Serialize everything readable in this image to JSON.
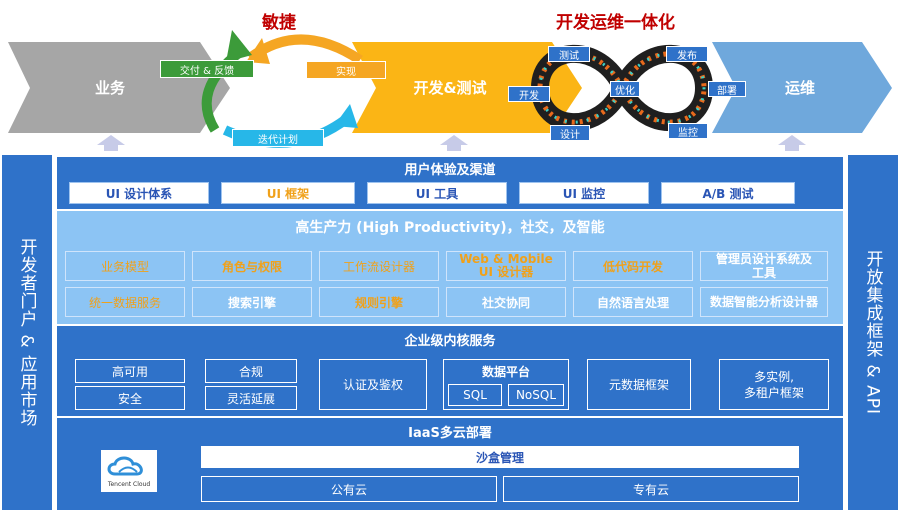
{
  "top": {
    "agile_title": "敏捷",
    "devops_title": "开发运维一体化",
    "business": "业务",
    "devtest": "开发&测试",
    "ops": "运维",
    "deliver_feedback": "交付 & 反馈",
    "implement": "实现",
    "iterate_plan": "迭代计划",
    "loop": {
      "test": "测试",
      "release": "发布",
      "dev": "开发",
      "optimize": "优化",
      "deploy": "部署",
      "design": "设计",
      "monitor": "监控"
    }
  },
  "left_side": "开发者门户 & 应用市场",
  "right_side": "开放集成框架 & API",
  "ux": {
    "title": "用户体验及渠道",
    "items": [
      "UI 设计体系",
      "UI 框架",
      "UI 工具",
      "UI 监控",
      "A/B 测试"
    ]
  },
  "hp": {
    "title": "高生产力 (High Productivity)，社交，及智能",
    "row1": [
      "业务模型",
      "角色与权限",
      "工作流设计器",
      "Web & Mobile UI 设计器",
      "低代码开发",
      "管理员设计系统及工具"
    ],
    "row2": [
      "统一数据服务",
      "搜索引擎",
      "规则引擎",
      "社交协同",
      "自然语言处理",
      "数据智能分析设计器"
    ]
  },
  "core": {
    "title": "企业级内核服务",
    "ha": "高可用",
    "security": "安全",
    "compliance": "合规",
    "elastic": "灵活延展",
    "auth": "认证及鉴权",
    "data_platform": "数据平台",
    "sql": "SQL",
    "nosql": "NoSQL",
    "metadata": "元数据框架",
    "multitenant": "多实例,\n多租户框架"
  },
  "iaas": {
    "title": "IaaS多云部署",
    "logo_text": "Tencent Cloud",
    "sandbox": "沙盒管理",
    "public_cloud": "公有云",
    "private_cloud": "专有云"
  },
  "colors": {
    "dark_blue": "#2f72c9",
    "mid_blue": "#5ea2e6",
    "light_blue": "#8cc4f4",
    "orange_text": "#f0a11a",
    "grey": "#a6a6a6",
    "yellow": "#fbb515",
    "ops_blue": "#6fa8dc",
    "green": "#3c9b3a",
    "arrow_orange": "#f5a623",
    "arrow_cyan": "#27b7e8",
    "red_title": "#c00000"
  }
}
